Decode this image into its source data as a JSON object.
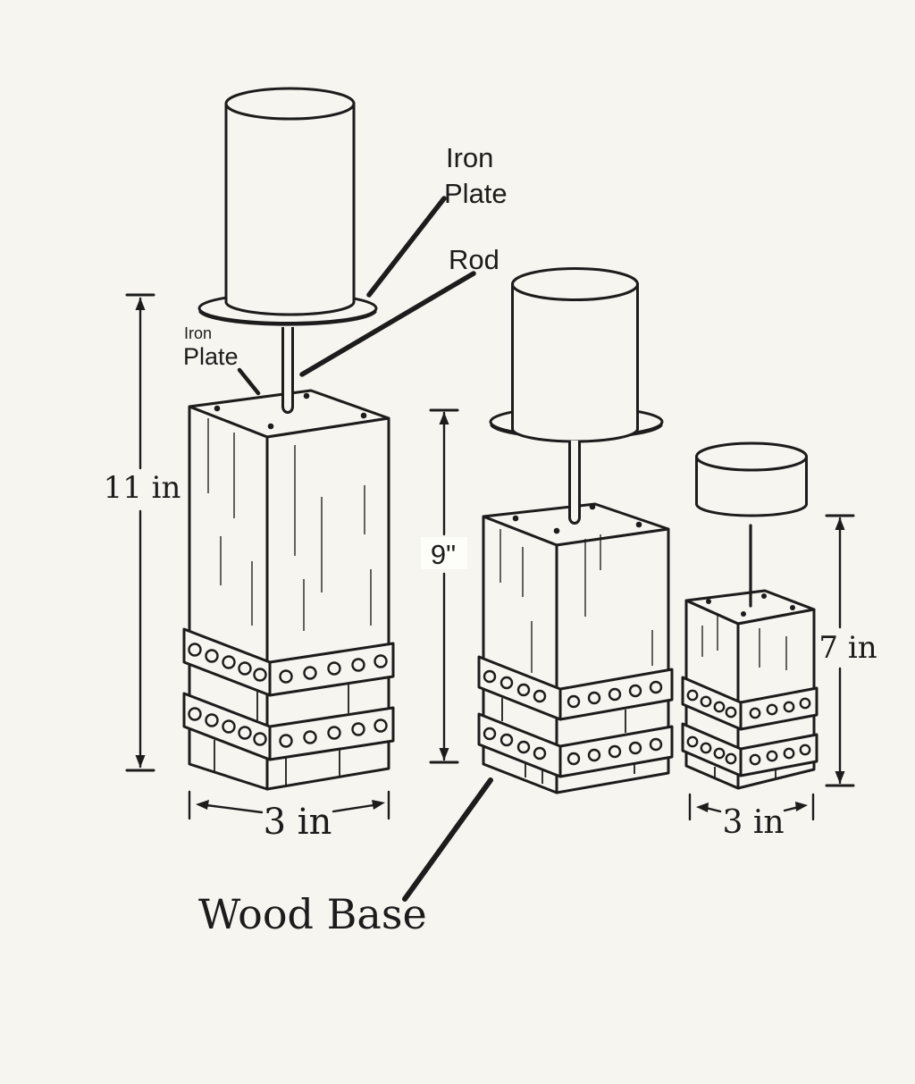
{
  "colors": {
    "ink": "#1c1c1c",
    "background": "#f7f5f0",
    "label_backing": "#fdfdfa"
  },
  "annotations": {
    "iron_plate_top": {
      "line1": "Iron",
      "line2": "Plate"
    },
    "rod_label": "Rod",
    "iron_plate_base": {
      "line1": "Iron",
      "line2": "Plate"
    },
    "wood_base_label": "Wood Base"
  },
  "dimensions": {
    "large_holder_height": "11 in",
    "medium_holder_height": "9\"",
    "small_holder_height": "7 in",
    "large_base_width": "3 in",
    "small_base_width": "3 in"
  }
}
